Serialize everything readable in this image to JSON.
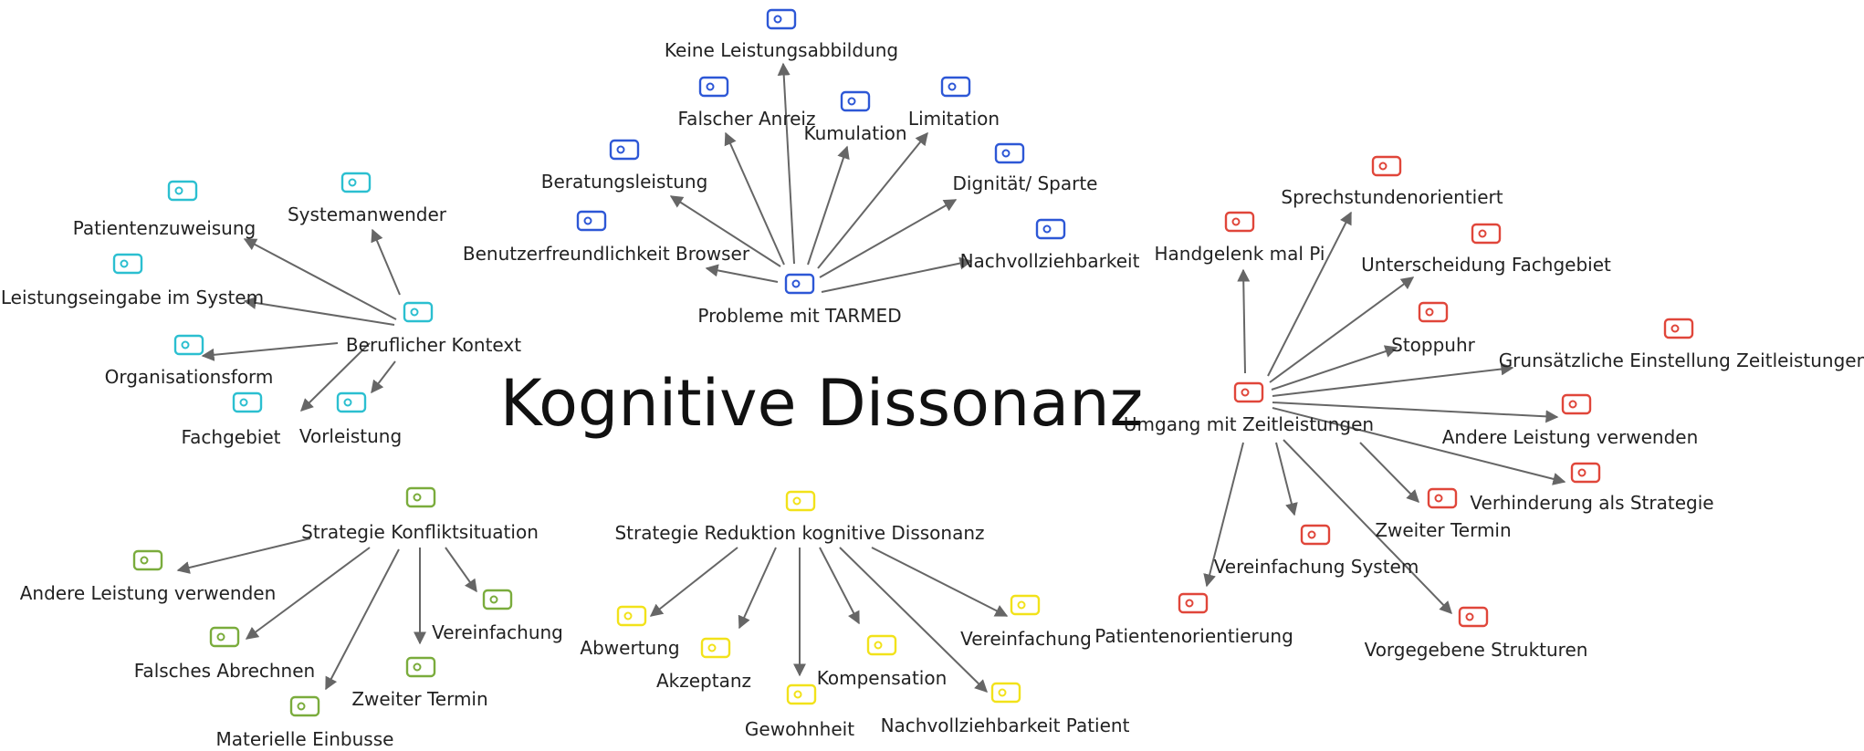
{
  "title": "Kognitive Dissonanz",
  "colors": {
    "cyan": "#2bbfd0",
    "blue": "#2d57d6",
    "red": "#e0463a",
    "green": "#7aac3c",
    "yellow": "#f2e21a",
    "edge": "#666666"
  },
  "icon": "code-tag-icon",
  "groups": [
    {
      "id": "beruflicher-kontext",
      "color": "cyan",
      "center": "Beruflicher Kontext",
      "children": [
        "Systemanwender",
        "Patientenzuweisung",
        "Leistungseingabe im System",
        "Organisationsform",
        "Fachgebiet",
        "Vorleistung"
      ]
    },
    {
      "id": "probleme-mit-tarmed",
      "color": "blue",
      "center": "Probleme mit TARMED",
      "children": [
        "Keine Leistungsabbildung",
        "Falscher Anreiz",
        "Kumulation",
        "Limitation",
        "Beratungsleistung",
        "Dignität/ Sparte",
        "Benutzerfreundlichkeit Browser",
        "Nachvollziehbarkeit"
      ]
    },
    {
      "id": "umgang-mit-zeitleistungen",
      "color": "red",
      "center": "Umgang mit Zeitleistungen",
      "children": [
        "Handgelenk mal Pi",
        "Sprechstundenorientiert",
        "Unterscheidung Fachgebiet",
        "Stoppuhr",
        "Grunsätzliche Einstellung Zeitleistungen",
        "Andere Leistung verwenden",
        "Verhinderung als Strategie",
        "Zweiter Termin",
        "Vorgegebene Strukturen",
        "Vereinfachung System",
        "Patientenorientierung"
      ]
    },
    {
      "id": "strategie-konfliktsituation",
      "color": "green",
      "center": "Strategie Konfliktsituation",
      "children": [
        "Andere Leistung verwenden",
        "Falsches Abrechnen",
        "Materielle Einbusse",
        "Zweiter Termin",
        "Vereinfachung"
      ]
    },
    {
      "id": "strategie-reduktion",
      "color": "yellow",
      "center": "Strategie Reduktion kognitive Dissonanz",
      "children": [
        "Abwertung",
        "Akzeptanz",
        "Gewohnheit",
        "Kompensation",
        "Nachvollziehbarkeit Patient",
        "Vereinfachung"
      ]
    }
  ]
}
